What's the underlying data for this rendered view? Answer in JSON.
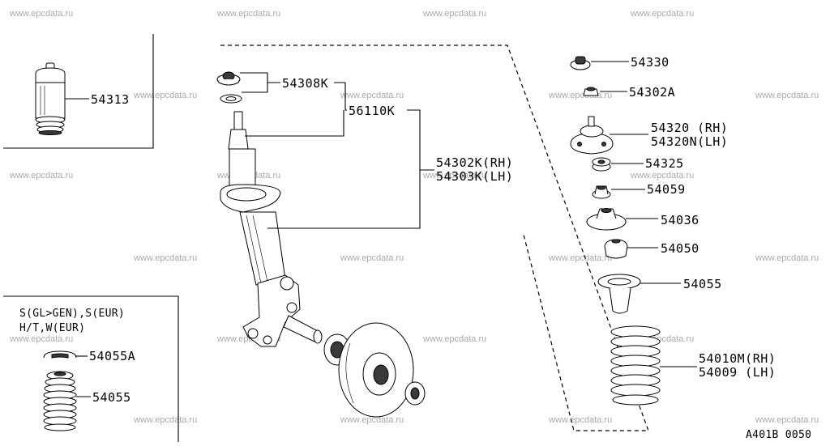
{
  "watermark": "www.epcdata.ru",
  "diagram_code": "A401B 0050",
  "variant_note": {
    "line1": "S(GL>GEN),S(EUR)",
    "line2": "H/T,W(EUR)"
  },
  "labels": {
    "p54313": "54313",
    "p54308K": "54308K",
    "p56110K": "56110K",
    "p54302K": "54302K(RH)",
    "p54303K": "54303K(LH)",
    "p54330": "54330",
    "p54302A": "54302A",
    "p54320": "54320  (RH)",
    "p54320N": "54320N(LH)",
    "p54325": "54325",
    "p54059": "54059",
    "p54036": "54036",
    "p54050": "54050",
    "p54055": "54055",
    "p54010M": "54010M(RH)",
    "p54009": "54009  (LH)",
    "p54055A_inset": "54055A",
    "p54055_inset": "54055"
  }
}
